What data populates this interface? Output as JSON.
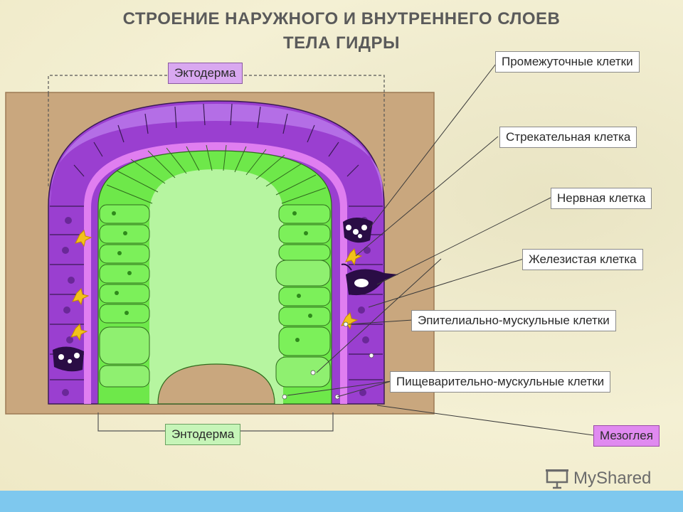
{
  "title": {
    "line1": "СТРОЕНИЕ НАРУЖНОГО И ВНУТРЕННЕГО СЛОЕВ",
    "line2": "ТЕЛА ГИДРЫ"
  },
  "layers": {
    "ectoderm": "Эктодерма",
    "endoderm": "Энтодерма",
    "mesoglea": "Мезоглея"
  },
  "cell_labels": [
    "Промежуточные клетки",
    "Стрекательная клетка",
    "Нервная клетка",
    "Железистая клетка",
    "Эпителиально-мускульные клетки",
    "Пищеварительно-мускульные клетки"
  ],
  "watermark": "MyShared",
  "colors": {
    "ectoderm_violet": "#9a3fd0",
    "ectoderm_light": "#c07ee8",
    "mesoglea_pink": "#e07ef0",
    "endoderm_green": "#6ee84a",
    "cavity_green": "#b6f5a0",
    "tissue_tan": "#c9a77e",
    "bar_blue": "#7ec8ee"
  }
}
